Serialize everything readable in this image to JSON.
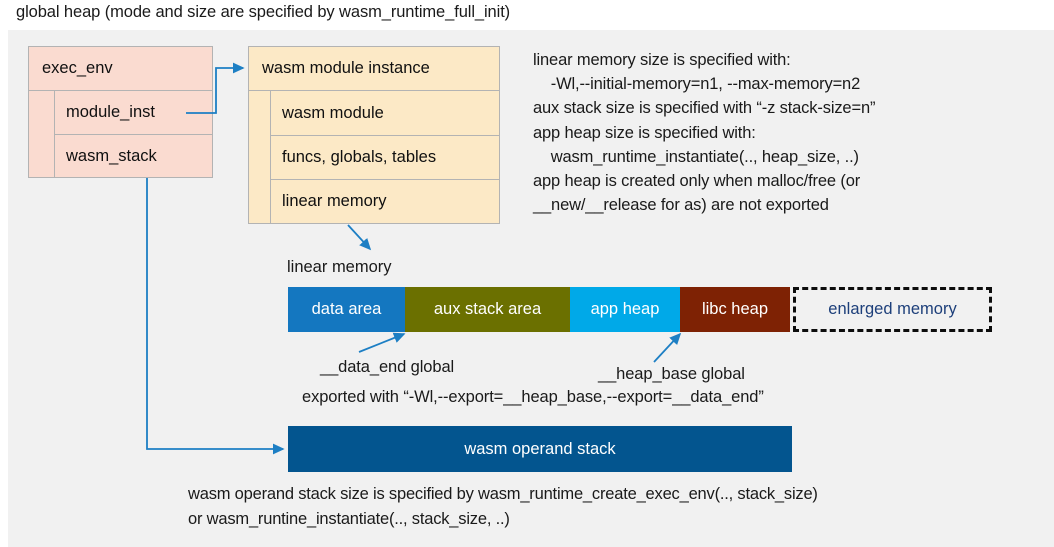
{
  "title": "global heap (mode and size are specified by wasm_runtime_full_init)",
  "exec_env": {
    "header": "exec_env",
    "rows": [
      "module_inst",
      "wasm_stack"
    ]
  },
  "module_instance": {
    "header": "wasm module instance",
    "rows": [
      "wasm module",
      "funcs, globals, tables",
      "linear memory"
    ]
  },
  "runtime_note": "linear memory size is specified with:\n    -Wl,--initial-memory=n1, --max-memory=n2\naux stack size is specified with “-z stack-size=n”\napp heap size is specified with:\n    wasm_runtime_instantiate(.., heap_size, ..)\napp heap is created only when malloc/free (or\n__new/__release for as) are not exported",
  "linear_memory": {
    "caption": "linear memory",
    "segments": [
      {
        "label": "data area",
        "color": "#1477c0",
        "width": 117
      },
      {
        "label": "aux stack area",
        "color": "#6b7000",
        "width": 165
      },
      {
        "label": "app heap",
        "color": "#00a9e8",
        "width": 110
      },
      {
        "label": "libc heap",
        "color": "#7e2204",
        "width": 110
      },
      {
        "label": "enlarged memory",
        "color": "#f1f1f1",
        "width": 199
      }
    ]
  },
  "annotations": {
    "data_end": "__data_end global",
    "heap_base": "__heap_base global",
    "export_line": "exported with “-Wl,--export=__heap_base,--export=__data_end”"
  },
  "operand_stack": {
    "label": "wasm operand stack",
    "note": "wasm operand stack size is specified by wasm_runtime_create_exec_env(.., stack_size)\nor wasm_runtine_instantiate(.., stack_size, ..)"
  },
  "colors": {
    "panel_background": "#f1f1f1",
    "exec_env_fill": "#fadbd0",
    "module_instance_fill": "#fce9c6",
    "operand_stack_fill": "#03558f",
    "connector": "#1d7fc4",
    "enlarged_text": "#1d3f7a"
  }
}
